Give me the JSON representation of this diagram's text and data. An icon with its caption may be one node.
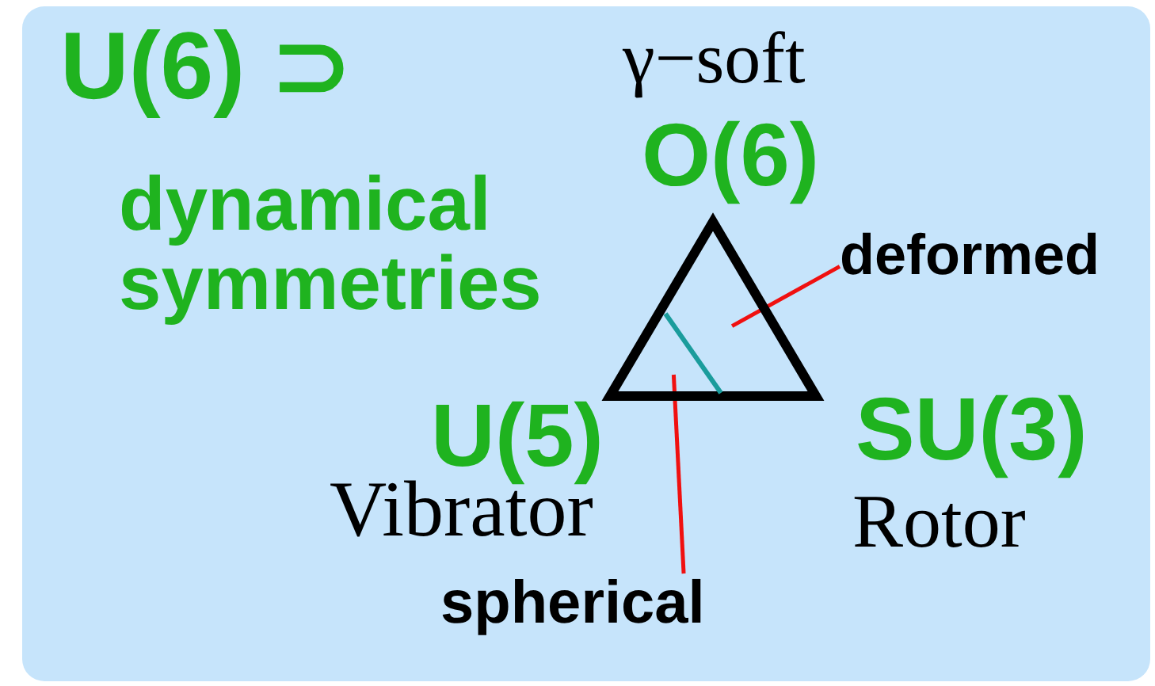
{
  "diagram": {
    "nodes": [
      {
        "text": [],
        "shape": "triangle"
      },
      {
        "text": [],
        "shape": "line",
        "in": 0
      },
      {
        "text": [
          "deformed"
        ]
      },
      {
        "text": [
          "spherical"
        ]
      }
    ],
    "edges": [
      {
        "from": 2,
        "to": 0,
        "arrow": "none"
      },
      {
        "from": 3,
        "to": 1,
        "arrow": "none"
      }
    ],
    "labels": [
      "U(6) ⊃",
      "dynamical symmetries",
      "γ−soft",
      "O(6)",
      "U(5)",
      "Vibrator",
      "SU(3)",
      "Rotor"
    ]
  }
}
